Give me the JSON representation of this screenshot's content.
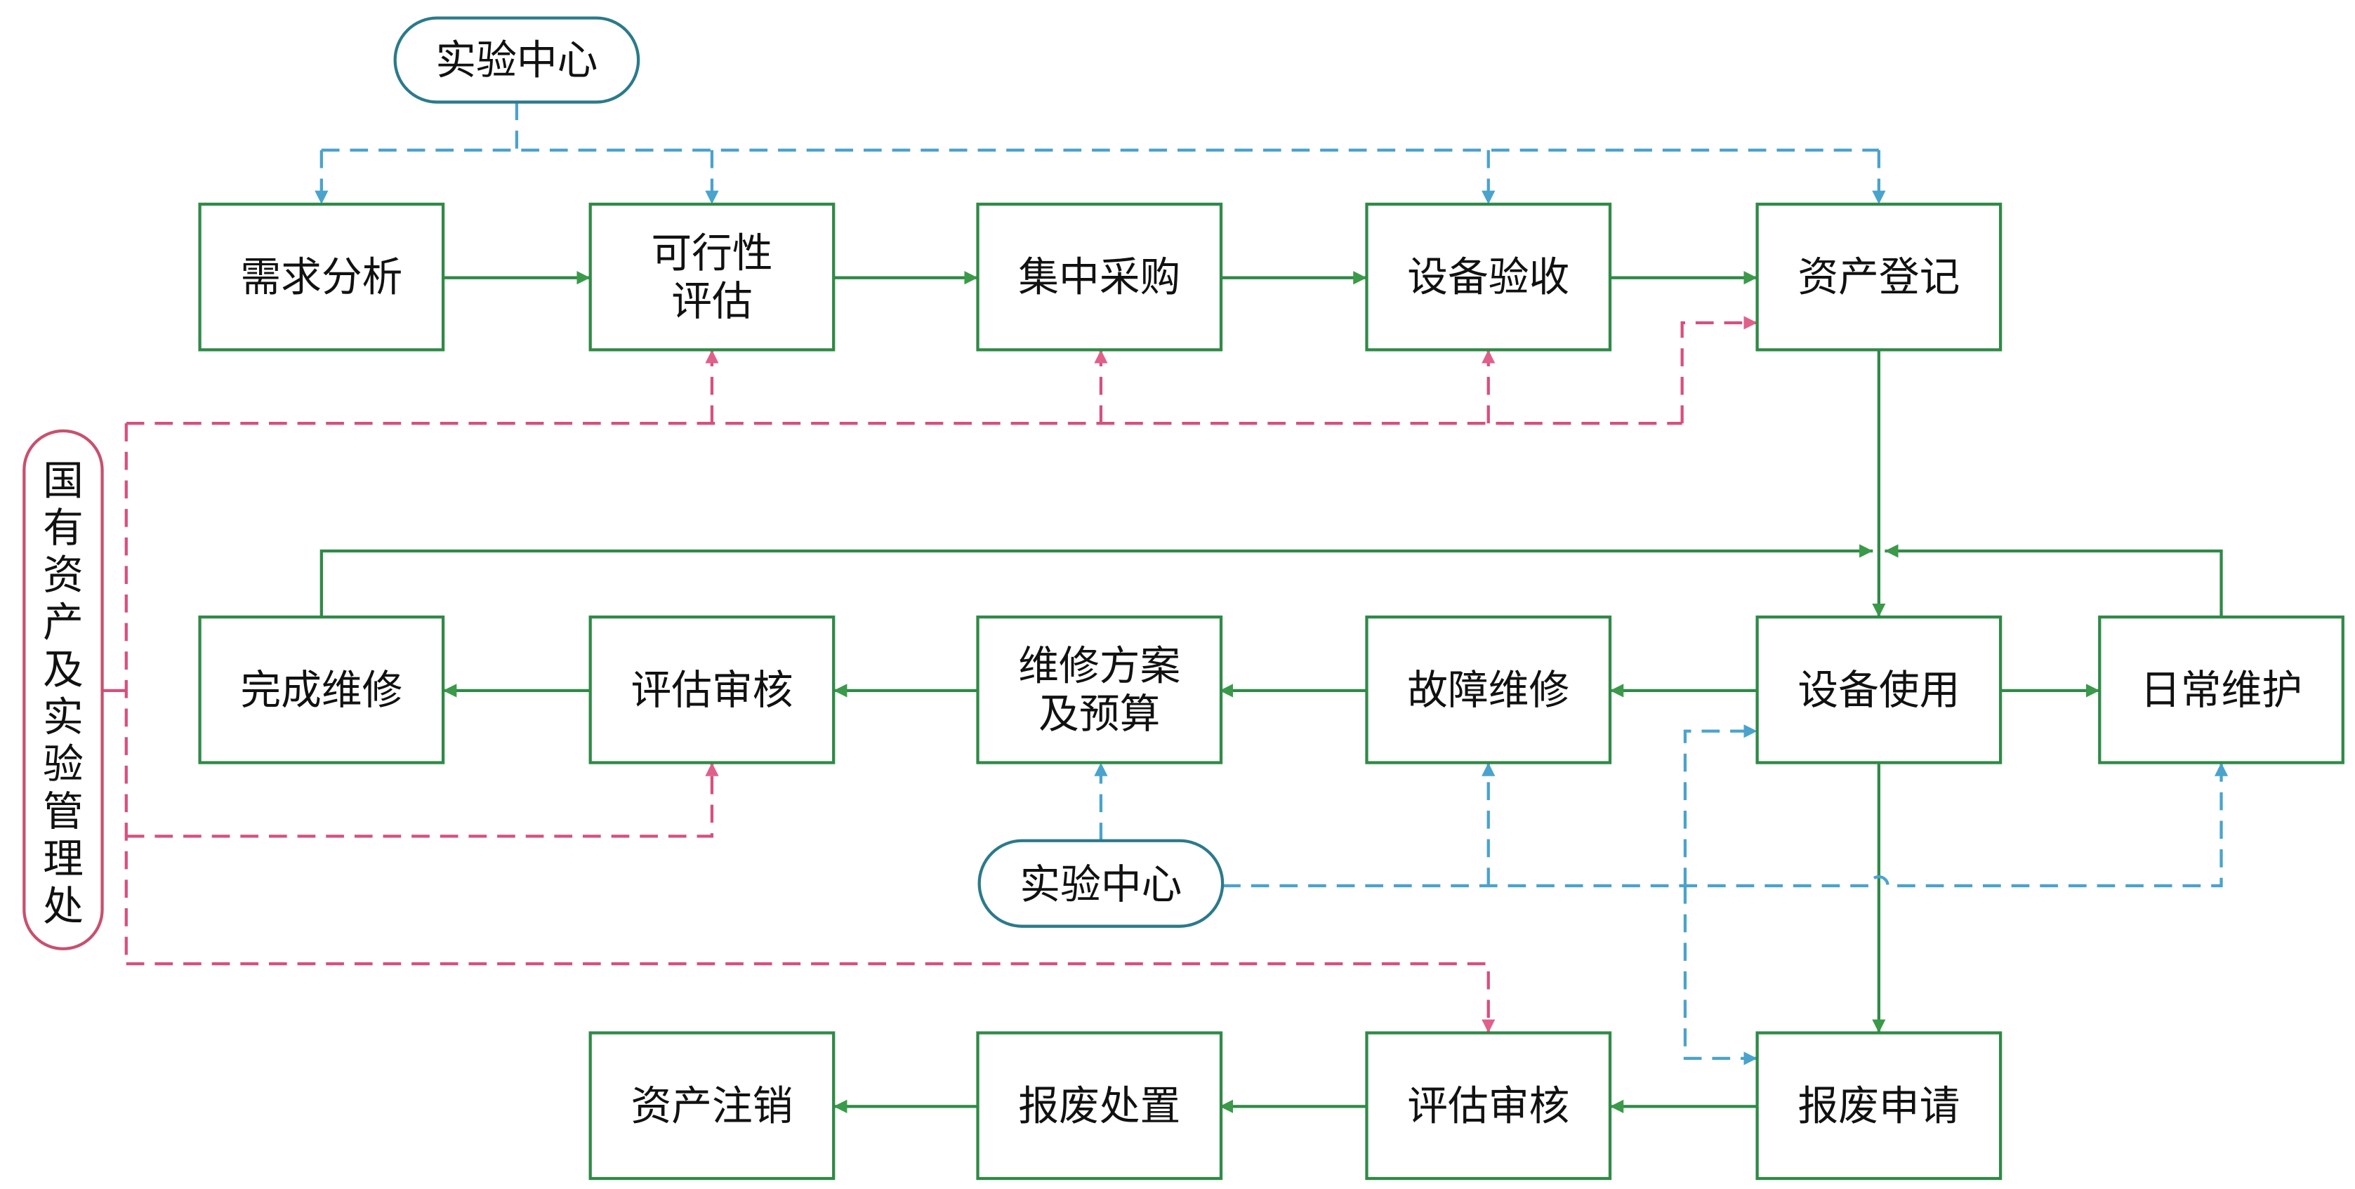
{
  "colors": {
    "flow": "#2f8a46",
    "lab_center": "#4aa3cc",
    "asset_office": "#d6507c",
    "lab_ellipse_border": "#2b7a8a"
  },
  "actors": {
    "lab_center_top": "实验中心",
    "lab_center_bottom": "实验中心",
    "asset_office": "国有资产及实验管理处"
  },
  "row1": [
    {
      "id": "needs",
      "lines": [
        "需求分析"
      ]
    },
    {
      "id": "feasibility",
      "lines": [
        "可行性",
        "评估"
      ]
    },
    {
      "id": "procure",
      "lines": [
        "集中采购"
      ]
    },
    {
      "id": "acceptance",
      "lines": [
        "设备验收"
      ]
    },
    {
      "id": "register",
      "lines": [
        "资产登记"
      ]
    }
  ],
  "row2": [
    {
      "id": "repair_done",
      "lines": [
        "完成维修"
      ]
    },
    {
      "id": "review1",
      "lines": [
        "评估审核"
      ]
    },
    {
      "id": "plan",
      "lines": [
        "维修方案",
        "及预算"
      ]
    },
    {
      "id": "fault",
      "lines": [
        "故障维修"
      ]
    },
    {
      "id": "use",
      "lines": [
        "设备使用"
      ]
    },
    {
      "id": "maintain",
      "lines": [
        "日常维护"
      ]
    }
  ],
  "row3": [
    {
      "id": "cancel",
      "lines": [
        "资产注销"
      ]
    },
    {
      "id": "dispose",
      "lines": [
        "报废处置"
      ]
    },
    {
      "id": "review2",
      "lines": [
        "评估审核"
      ]
    },
    {
      "id": "scrap",
      "lines": [
        "报废申请"
      ]
    }
  ]
}
